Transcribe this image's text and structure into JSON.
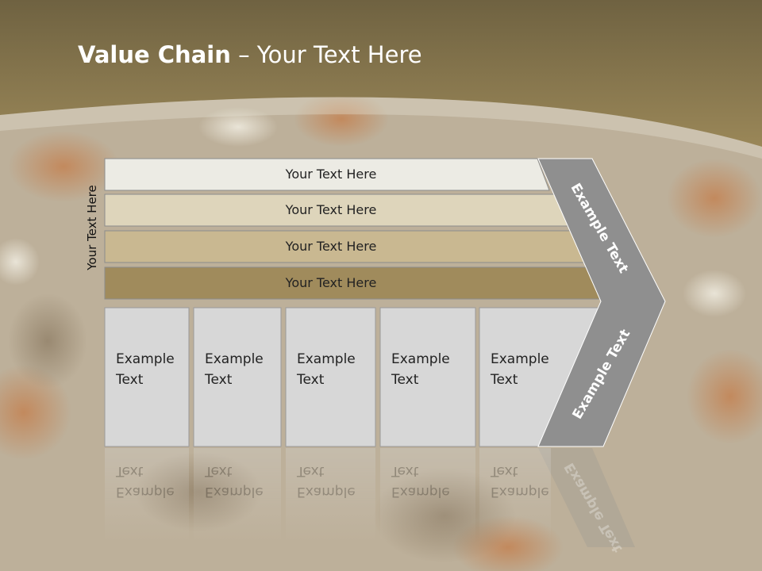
{
  "slide": {
    "title_bold": "Value Chain",
    "title_rest": " – Your Text Here",
    "side_label": "Your Text Here"
  },
  "rows": [
    {
      "label": "Your Text Here",
      "color": "#ecebe4"
    },
    {
      "label": "Your Text Here",
      "color": "#ded5bb"
    },
    {
      "label": "Your Text Here",
      "color": "#c9b891"
    },
    {
      "label": "Your Text Here",
      "color": "#a08b5c"
    }
  ],
  "boxes": [
    {
      "label": "Example Text"
    },
    {
      "label": "Example Text"
    },
    {
      "label": "Example Text"
    },
    {
      "label": "Example Text"
    },
    {
      "label": "Example Text"
    }
  ],
  "chevron": {
    "upper_label": "Example Text",
    "lower_label": "Example Text",
    "color": "#8f8f8f"
  },
  "colors": {
    "header": "#8e7a4e",
    "box_fill": "#d7d7d7",
    "box_stroke": "#9a9a9a"
  }
}
